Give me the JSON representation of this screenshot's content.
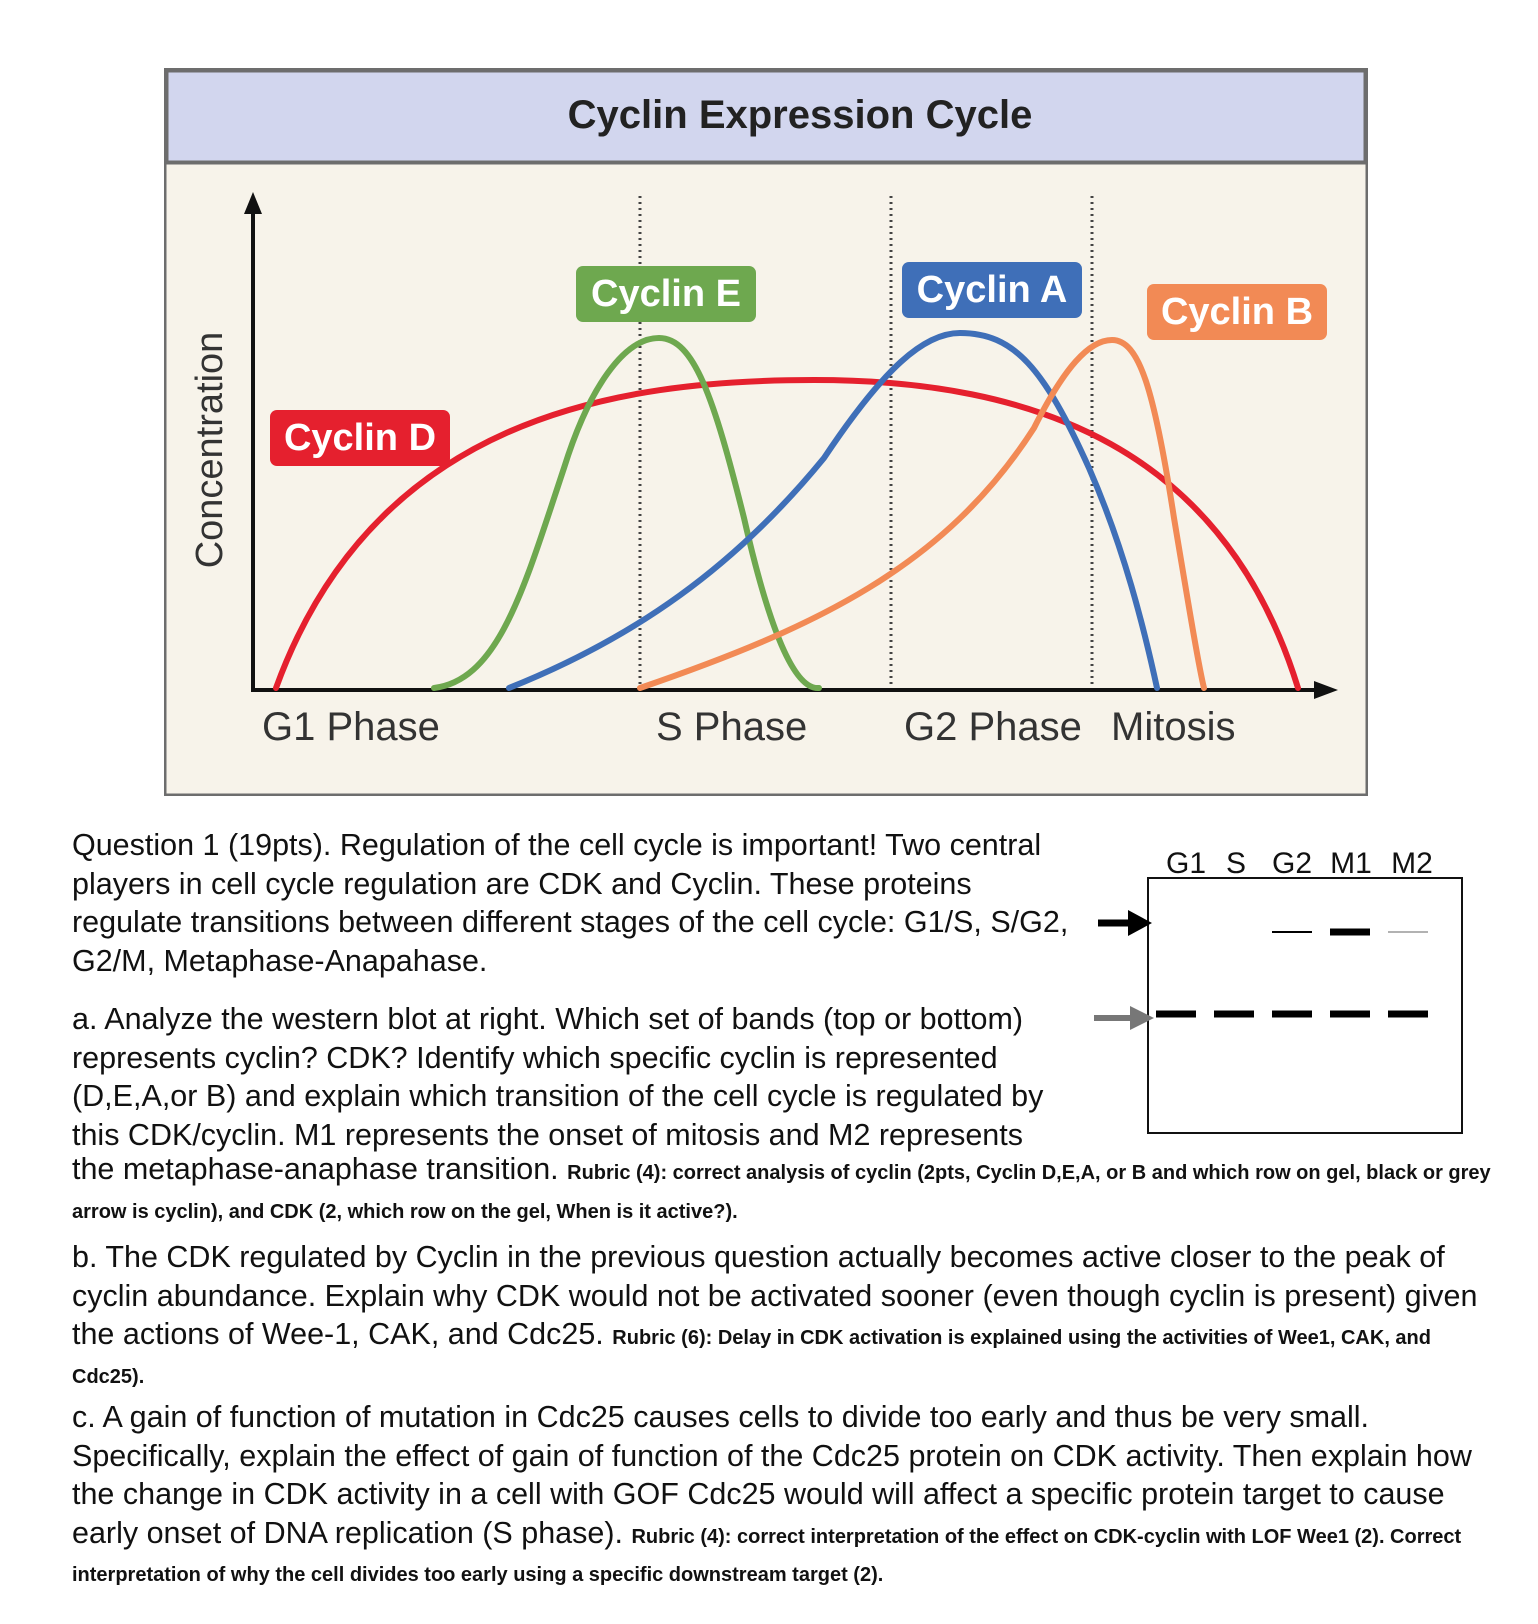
{
  "chart_data": {
    "type": "line",
    "title": "Cyclin Expression Cycle",
    "ylabel": "Concentration",
    "xlabel": "",
    "x_categories": [
      "G1 Phase",
      "S Phase",
      "G2 Phase",
      "Mitosis"
    ],
    "series": [
      {
        "name": "Cyclin D",
        "color": "#e5202e"
      },
      {
        "name": "Cyclin E",
        "color": "#6ea84f"
      },
      {
        "name": "Cyclin A",
        "color": "#3f6fb8"
      },
      {
        "name": "Cyclin B",
        "color": "#f28a55"
      }
    ],
    "grid": "vertical dotted phase boundaries"
  },
  "document": {
    "intro": "Question 1 (19pts).  Regulation of the cell cycle is important!  Two central players in cell cycle regulation are CDK and Cyclin.  These proteins regulate transitions between different stages of the cell cycle: G1/S, S/G2, G2/M, Metaphase-Anapahase.",
    "part_a_text": "a.  Analyze the western blot at right.  Which set of bands (top or bottom) represents cyclin?  CDK?  Identify which specific cyclin is represented (D,E,A,or B) and explain which transition of the cell cycle is regulated by this CDK/cyclin.   M1 represents the onset of mitosis and M2 represents",
    "part_a_tail": "the metaphase-anaphase transition.",
    "part_a_rubric": "Rubric (4):  correct analysis of cyclin  (2pts, Cyclin D,E,A, or B and which row on gel, black or grey arrow is cyclin), and CDK (2, which row on the gel, When is it active?).",
    "part_b_text": "b.  The CDK regulated by Cyclin in the previous question actually becomes active closer to the peak of cyclin abundance.  Explain why CDK would not be activated sooner (even though cyclin is present) given the actions of Wee-1, CAK, and Cdc25.",
    "part_b_rubric": "Rubric (6):  Delay in CDK activation is explained using the activities of Wee1, CAK, and Cdc25).",
    "part_c_text": "c.  A gain of function of mutation in Cdc25 causes cells to divide too early and thus be very small.  Specifically, explain the effect of gain of function of the Cdc25 protein on CDK activity.  Then explain how the change in CDK activity in a cell with GOF Cdc25 would will affect a specific protein target to cause early onset of DNA replication (S phase).",
    "part_c_rubric": "Rubric (4):  correct interpretation of the effect on CDK-cyclin with LOF Wee1 (2).  Correct interpretation of why the cell divides too early using a specific downstream target (2)."
  },
  "blot": {
    "lanes": [
      "G1",
      "S",
      "G2",
      "M1",
      "M2"
    ],
    "top_band_intensity": [
      0,
      0,
      0.4,
      1.0,
      0.15
    ],
    "bottom_band_intensity": [
      1,
      1,
      1,
      1,
      1
    ],
    "arrow_colors": {
      "top": "#000000",
      "bottom": "#777777"
    }
  }
}
